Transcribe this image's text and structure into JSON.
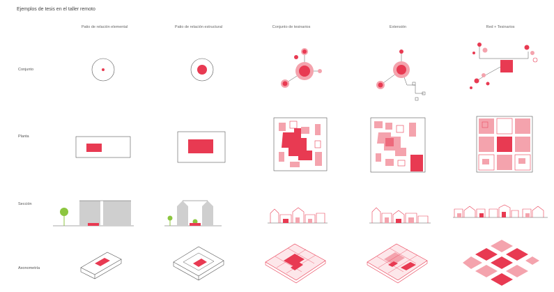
{
  "title": "Ejemplos de tesis en el taller remoto",
  "columns": [
    "Patio de relación elemental",
    "Patio de relación estructural",
    "Conjunto de tesinarios",
    "Extensión",
    "Red + Tesinarios"
  ],
  "rows": [
    "Conjunto",
    "Planta",
    "Sección",
    "Axonometría"
  ],
  "colors": {
    "accent": "#e83a52",
    "accent_light": "#f4a3ad",
    "line": "#555555",
    "gray": "#cfcfcf",
    "tree": "#8cc63f"
  }
}
